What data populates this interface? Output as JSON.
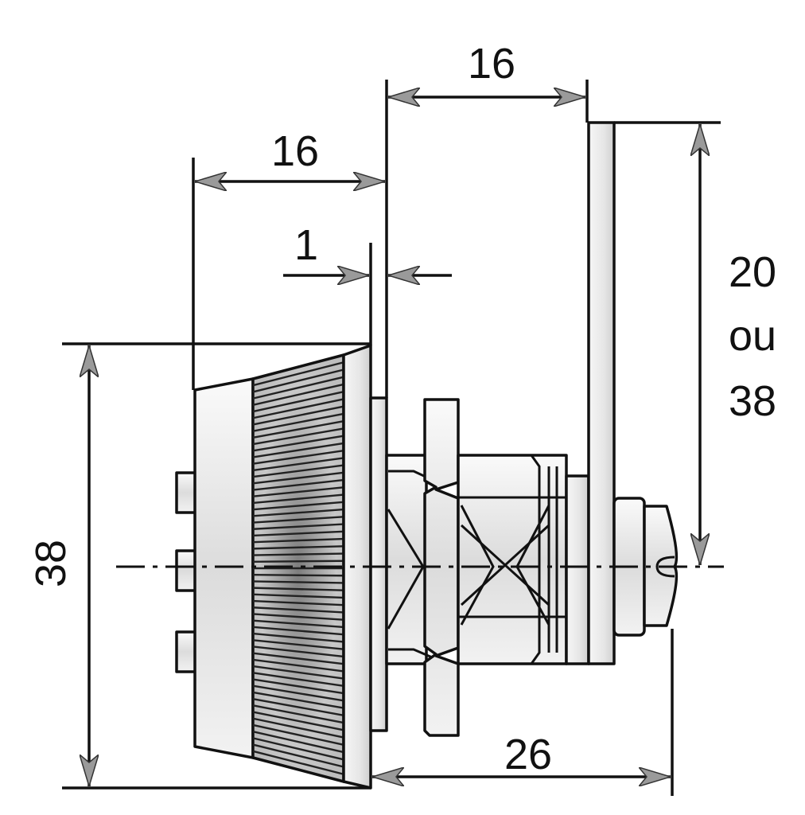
{
  "labels": {
    "top_right_width": "16",
    "top_left_width": "16",
    "gap": "1",
    "height_left": "38",
    "cam_length_line1": "20",
    "cam_length_line2": "ou",
    "cam_length_line3": "38",
    "bottom_length": "26"
  },
  "colors": {
    "line": "#111111",
    "metal_light": "#f4f4f4",
    "metal_mid": "#cfcfcf",
    "metal_dark": "#7a7a7a",
    "arrow_grey": "#9a9a9a"
  }
}
